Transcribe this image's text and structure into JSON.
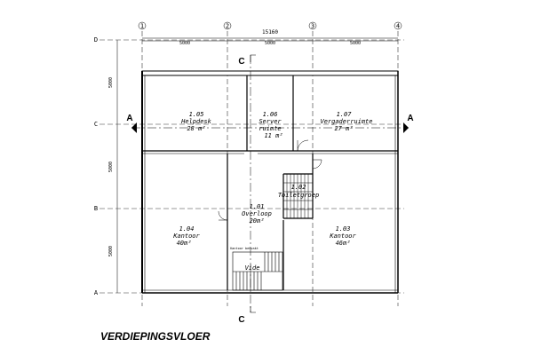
{
  "grid": {
    "columns": [
      "1",
      "2",
      "3",
      "4"
    ],
    "rows": [
      "D",
      "C",
      "B",
      "A"
    ]
  },
  "dimensions": {
    "overall": "15160",
    "col_spans": [
      "5000",
      "5000",
      "5000"
    ],
    "row_spans": [
      "5000",
      "5000",
      "5000"
    ]
  },
  "section_marks": {
    "horizontal": "A",
    "vertical": "C"
  },
  "rooms": [
    {
      "number": "1.05",
      "name": "Helpdesk",
      "area": "28 m²"
    },
    {
      "number": "1.06",
      "name": "Server",
      "name2": "ruimte",
      "area": "11 m²"
    },
    {
      "number": "1.07",
      "name": "Vergaderruimte",
      "area": "27 m²"
    },
    {
      "number": "1.01",
      "name": "Overloop",
      "area": "20m²"
    },
    {
      "number": "1.04",
      "name": "Kantoor",
      "area": "40m²"
    },
    {
      "number": "1.03",
      "name": "Kantoor",
      "area": "46m²"
    },
    {
      "number": "1.02",
      "name": "Toiletgroep"
    }
  ],
  "small_labels": {
    "kast": "Kantoor bekvakt",
    "vide": "Vide"
  },
  "title": "VERDIEPINGSVLOER",
  "colors": {
    "line": "#000000",
    "grid": "#333333",
    "stair": "#000000"
  }
}
